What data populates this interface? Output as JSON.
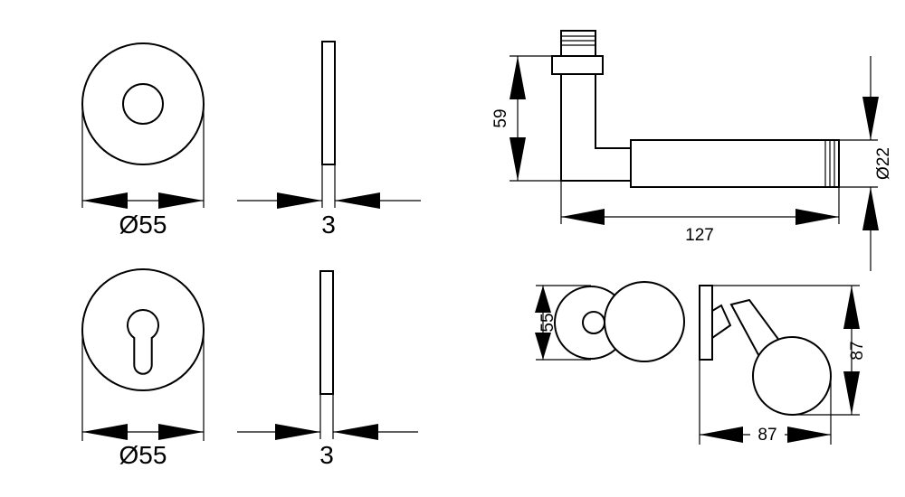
{
  "rosette_round": {
    "diameter_label": "Ø55",
    "thickness_label": "3"
  },
  "rosette_profile": {
    "diameter_label": "Ø55",
    "thickness_label": "3"
  },
  "lever_handle": {
    "height_label": "59",
    "diameter_label": "Ø22",
    "length_label": "127"
  },
  "knob": {
    "front_label": "55",
    "height_label": "87",
    "depth_label": "87"
  }
}
